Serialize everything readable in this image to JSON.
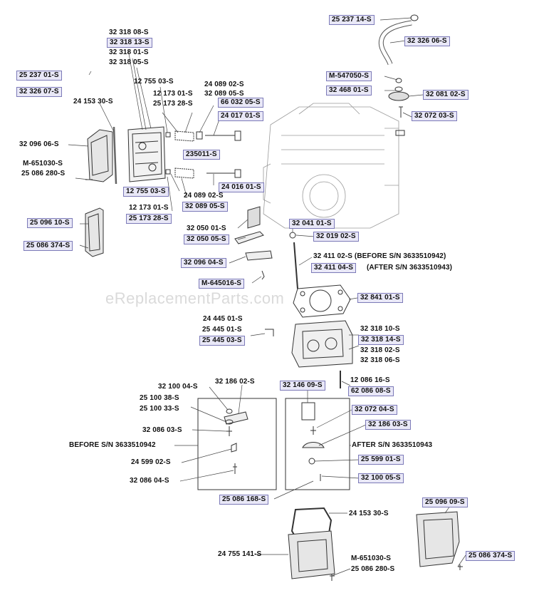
{
  "watermark": "eReplacementParts.com",
  "labels": [
    {
      "text": "25 237 14-S",
      "boxed": true
    },
    {
      "text": "32 326 06-S",
      "boxed": true
    },
    {
      "text": "32 318 08-S",
      "boxed": false
    },
    {
      "text": "32 318 13-S",
      "boxed": true
    },
    {
      "text": "32 318 01-S",
      "boxed": false
    },
    {
      "text": "32 318 05-S",
      "boxed": false
    },
    {
      "text": "12 755 03-S",
      "boxed": false
    },
    {
      "text": "24 089 02-S",
      "boxed": false
    },
    {
      "text": "12 173 01-S",
      "boxed": false
    },
    {
      "text": "32 089 05-S",
      "boxed": false
    },
    {
      "text": "25 173 28-S",
      "boxed": false
    },
    {
      "text": "66 032 05-S",
      "boxed": true
    },
    {
      "text": "24 017 01-S",
      "boxed": true
    },
    {
      "text": "25 237 01-S",
      "boxed": true
    },
    {
      "text": "32 326 07-S",
      "boxed": true
    },
    {
      "text": "24 153 30-S",
      "boxed": false
    },
    {
      "text": "M-547050-S",
      "boxed": true
    },
    {
      "text": "32 468 01-S",
      "boxed": true
    },
    {
      "text": "32 081 02-S",
      "boxed": true
    },
    {
      "text": "32 072 03-S",
      "boxed": true
    },
    {
      "text": "32 096 06-S",
      "boxed": false
    },
    {
      "text": "M-651030-S",
      "boxed": false
    },
    {
      "text": "25 086 280-S",
      "boxed": false
    },
    {
      "text": "235011-S",
      "boxed": true
    },
    {
      "text": "24 016 01-S",
      "boxed": true
    },
    {
      "text": "12 755 03-S",
      "boxed": true
    },
    {
      "text": "24 089 02-S",
      "boxed": false
    },
    {
      "text": "32 089 05-S",
      "boxed": true
    },
    {
      "text": "12 173 01-S",
      "boxed": false
    },
    {
      "text": "25 173 28-S",
      "boxed": true
    },
    {
      "text": "25 096 10-S",
      "boxed": true
    },
    {
      "text": "25 086 374-S",
      "boxed": true
    },
    {
      "text": "32 050 01-S",
      "boxed": false
    },
    {
      "text": "32 050 05-S",
      "boxed": true
    },
    {
      "text": "32 041 01-S",
      "boxed": true
    },
    {
      "text": "32 019 02-S",
      "boxed": true
    },
    {
      "text": "32 096 04-S",
      "boxed": true
    },
    {
      "text": "32 411 02-S (BEFORE S/N 3633510942)",
      "boxed": false
    },
    {
      "text": "32 411 04-S",
      "boxed": true
    },
    {
      "text": "(AFTER S/N 3633510943)",
      "boxed": false
    },
    {
      "text": "M-645016-S",
      "boxed": true
    },
    {
      "text": "32 841 01-S",
      "boxed": true
    },
    {
      "text": "24 445 01-S",
      "boxed": false
    },
    {
      "text": "25 445 01-S",
      "boxed": false
    },
    {
      "text": "25 445 03-S",
      "boxed": true
    },
    {
      "text": "32 318 10-S",
      "boxed": false
    },
    {
      "text": "32 318 14-S",
      "boxed": true
    },
    {
      "text": "32 318 02-S",
      "boxed": false
    },
    {
      "text": "32 318 06-S",
      "boxed": false
    },
    {
      "text": "32 100 04-S",
      "boxed": false
    },
    {
      "text": "32 186 02-S",
      "boxed": false
    },
    {
      "text": "25 100 38-S",
      "boxed": false
    },
    {
      "text": "25 100 33-S",
      "boxed": false
    },
    {
      "text": "32 146 09-S",
      "boxed": true
    },
    {
      "text": "12 086 16-S",
      "boxed": false
    },
    {
      "text": "62 086 08-S",
      "boxed": true
    },
    {
      "text": "32 072 04-S",
      "boxed": true
    },
    {
      "text": "32 086 03-S",
      "boxed": false
    },
    {
      "text": "32 186 03-S",
      "boxed": true
    },
    {
      "text": "BEFORE S/N 3633510942",
      "boxed": false
    },
    {
      "text": "AFTER S/N 3633510943",
      "boxed": false
    },
    {
      "text": "24 599 02-S",
      "boxed": false
    },
    {
      "text": "25 599 01-S",
      "boxed": true
    },
    {
      "text": "32 086 04-S",
      "boxed": false
    },
    {
      "text": "32 100 05-S",
      "boxed": true
    },
    {
      "text": "25 086 168-S",
      "boxed": true
    },
    {
      "text": "25 096 09-S",
      "boxed": true
    },
    {
      "text": "24 153 30-S",
      "boxed": false
    },
    {
      "text": "24 755 141-S",
      "boxed": false
    },
    {
      "text": "M-651030-S",
      "boxed": false
    },
    {
      "text": "25 086 280-S",
      "boxed": false
    },
    {
      "text": "25 086 374-S",
      "boxed": true
    }
  ]
}
